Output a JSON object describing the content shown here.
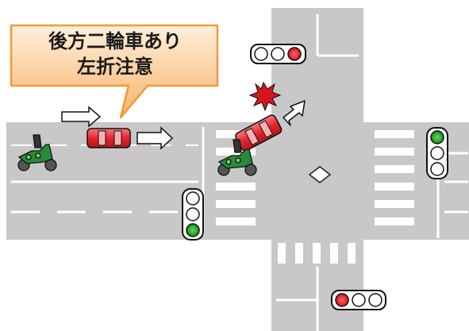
{
  "callout": {
    "line1": "後方二輪車あり",
    "line2": "左折注意"
  },
  "colors": {
    "road": "#c8c8c8",
    "lane_line": "#ffffff",
    "callout_fill_top": "#fde3c4",
    "callout_fill_bottom": "#f7a75a",
    "callout_border": "#f09a3a",
    "car_body": "#e8242b",
    "signal_red": "#e8242b",
    "signal_green": "#1aa51a",
    "motorbike": "#2a8a3a",
    "collision": "#d4161c"
  },
  "icons": [
    "callout-bubble",
    "arrow-icon",
    "car-icon",
    "motorbike-icon",
    "traffic-light-icon",
    "collision-icon",
    "diamond-marker-icon"
  ],
  "signals": {
    "top": "red",
    "right": "green",
    "left": "green",
    "bottom": "red"
  }
}
